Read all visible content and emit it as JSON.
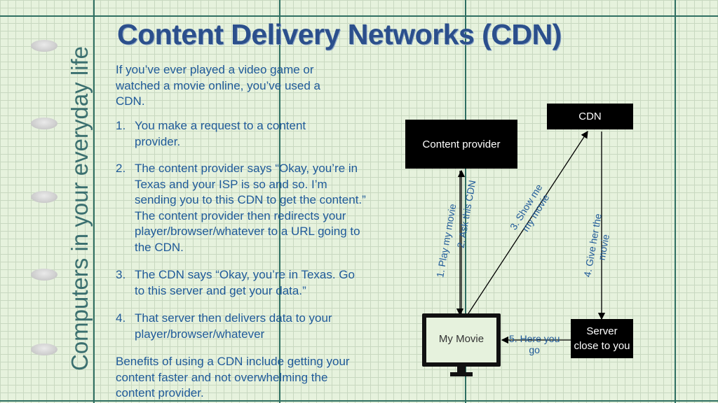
{
  "slide": {
    "title": "Content Delivery Networks (CDN)",
    "side_title": "Computers in your everyday life",
    "intro": "If you’ve ever played a video game or watched a movie online, you’ve used a CDN.",
    "steps": [
      {
        "num": "1.",
        "text": "You make a request to a content provider."
      },
      {
        "num": "2.",
        "text": "The content provider says “Okay, you’re in Texas and your ISP is so and so. I’m sending you to this CDN to get the content.” The content provider then redirects your player/browser/whatever to a URL going to the CDN."
      },
      {
        "num": "3.",
        "text": "The CDN says “Okay, you’re in Texas. Go to this server and get your data.”"
      },
      {
        "num": "4.",
        "text": "That server then delivers data to your player/browser/whatever"
      }
    ],
    "benefits": "Benefits of using a CDN include getting your content faster and not overwhelming the content provider."
  },
  "diagram": {
    "cdn_label": "CDN",
    "content_provider_label": "Content provider",
    "my_movie_label": "My Movie",
    "server_label": "Server close to you",
    "arrow_labels": {
      "play": "1. Play my movie",
      "ask": "2. Ask this CDN",
      "show_line1": "3. Show me",
      "show_line2": "my movie",
      "give_line1": "4. Give her the",
      "give_line2": "movie",
      "here_line1": "5. Here you",
      "here_line2": "go"
    }
  },
  "colors": {
    "title": "#2b4f8c",
    "body_text": "#1f5a99",
    "side_title": "#3a6f6f",
    "paper": "#e6f2dd",
    "rule_lines": "#2f6f62"
  }
}
